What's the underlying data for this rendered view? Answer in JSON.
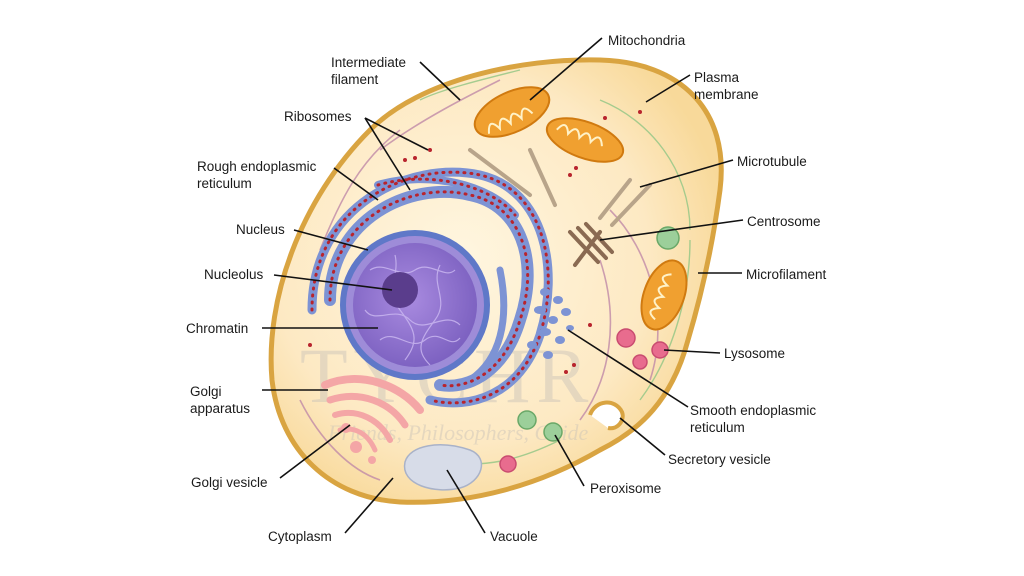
{
  "diagram": {
    "labels": {
      "intermediate_filament": "Intermediate\nfilament",
      "ribosomes": "Ribosomes",
      "rough_er": "Rough endoplasmic\nreticulum",
      "nucleus": "Nucleus",
      "nucleolus": "Nucleolus",
      "chromatin": "Chromatin",
      "golgi_apparatus": "Golgi\napparatus",
      "golgi_vesicle": "Golgi vesicle",
      "cytoplasm": "Cytoplasm",
      "vacuole": "Vacuole",
      "peroxisome": "Peroxisome",
      "secretory_vesicle": "Secretory vesicle",
      "smooth_er": "Smooth endoplasmic\nreticulum",
      "lysosome": "Lysosome",
      "microfilament": "Microfilament",
      "centrosome": "Centrosome",
      "microtubule": "Microtubule",
      "plasma_membrane": "Plasma\nmembrane",
      "mitochondria": "Mitochondria"
    },
    "watermark": {
      "logo": "TYCHR",
      "tagline": "Friends, Philosophers, Guide"
    },
    "colors": {
      "membrane": "#d9a441",
      "cytoplasm": "#fdf0d2",
      "nucleus": "#8b6fc6",
      "er": "#7d93d4",
      "mitochondria": "#f0a030",
      "golgi": "#f4a6a6",
      "lysosome": "#e86c8e",
      "peroxisome": "#9ccf9a",
      "vacuole": "#d7dce8"
    }
  }
}
